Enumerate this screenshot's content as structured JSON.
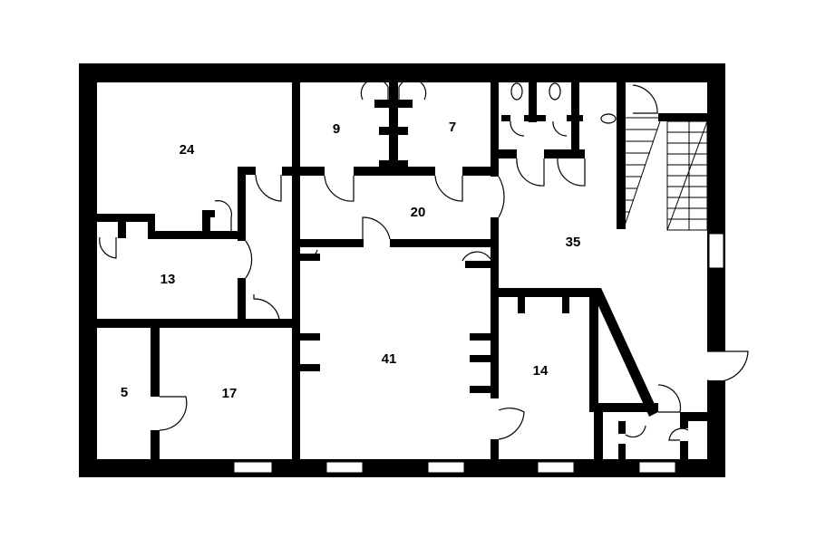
{
  "rooms": [
    {
      "id": "room-24",
      "label": "24"
    },
    {
      "id": "room-9",
      "label": "9"
    },
    {
      "id": "room-7",
      "label": "7"
    },
    {
      "id": "room-20",
      "label": "20"
    },
    {
      "id": "room-35",
      "label": "35"
    },
    {
      "id": "room-13",
      "label": "13"
    },
    {
      "id": "room-41",
      "label": "41"
    },
    {
      "id": "room-14",
      "label": "14"
    },
    {
      "id": "room-5",
      "label": "5"
    },
    {
      "id": "room-17",
      "label": "17"
    }
  ],
  "colors": {
    "wall": "#000000",
    "background": "#ffffff"
  }
}
